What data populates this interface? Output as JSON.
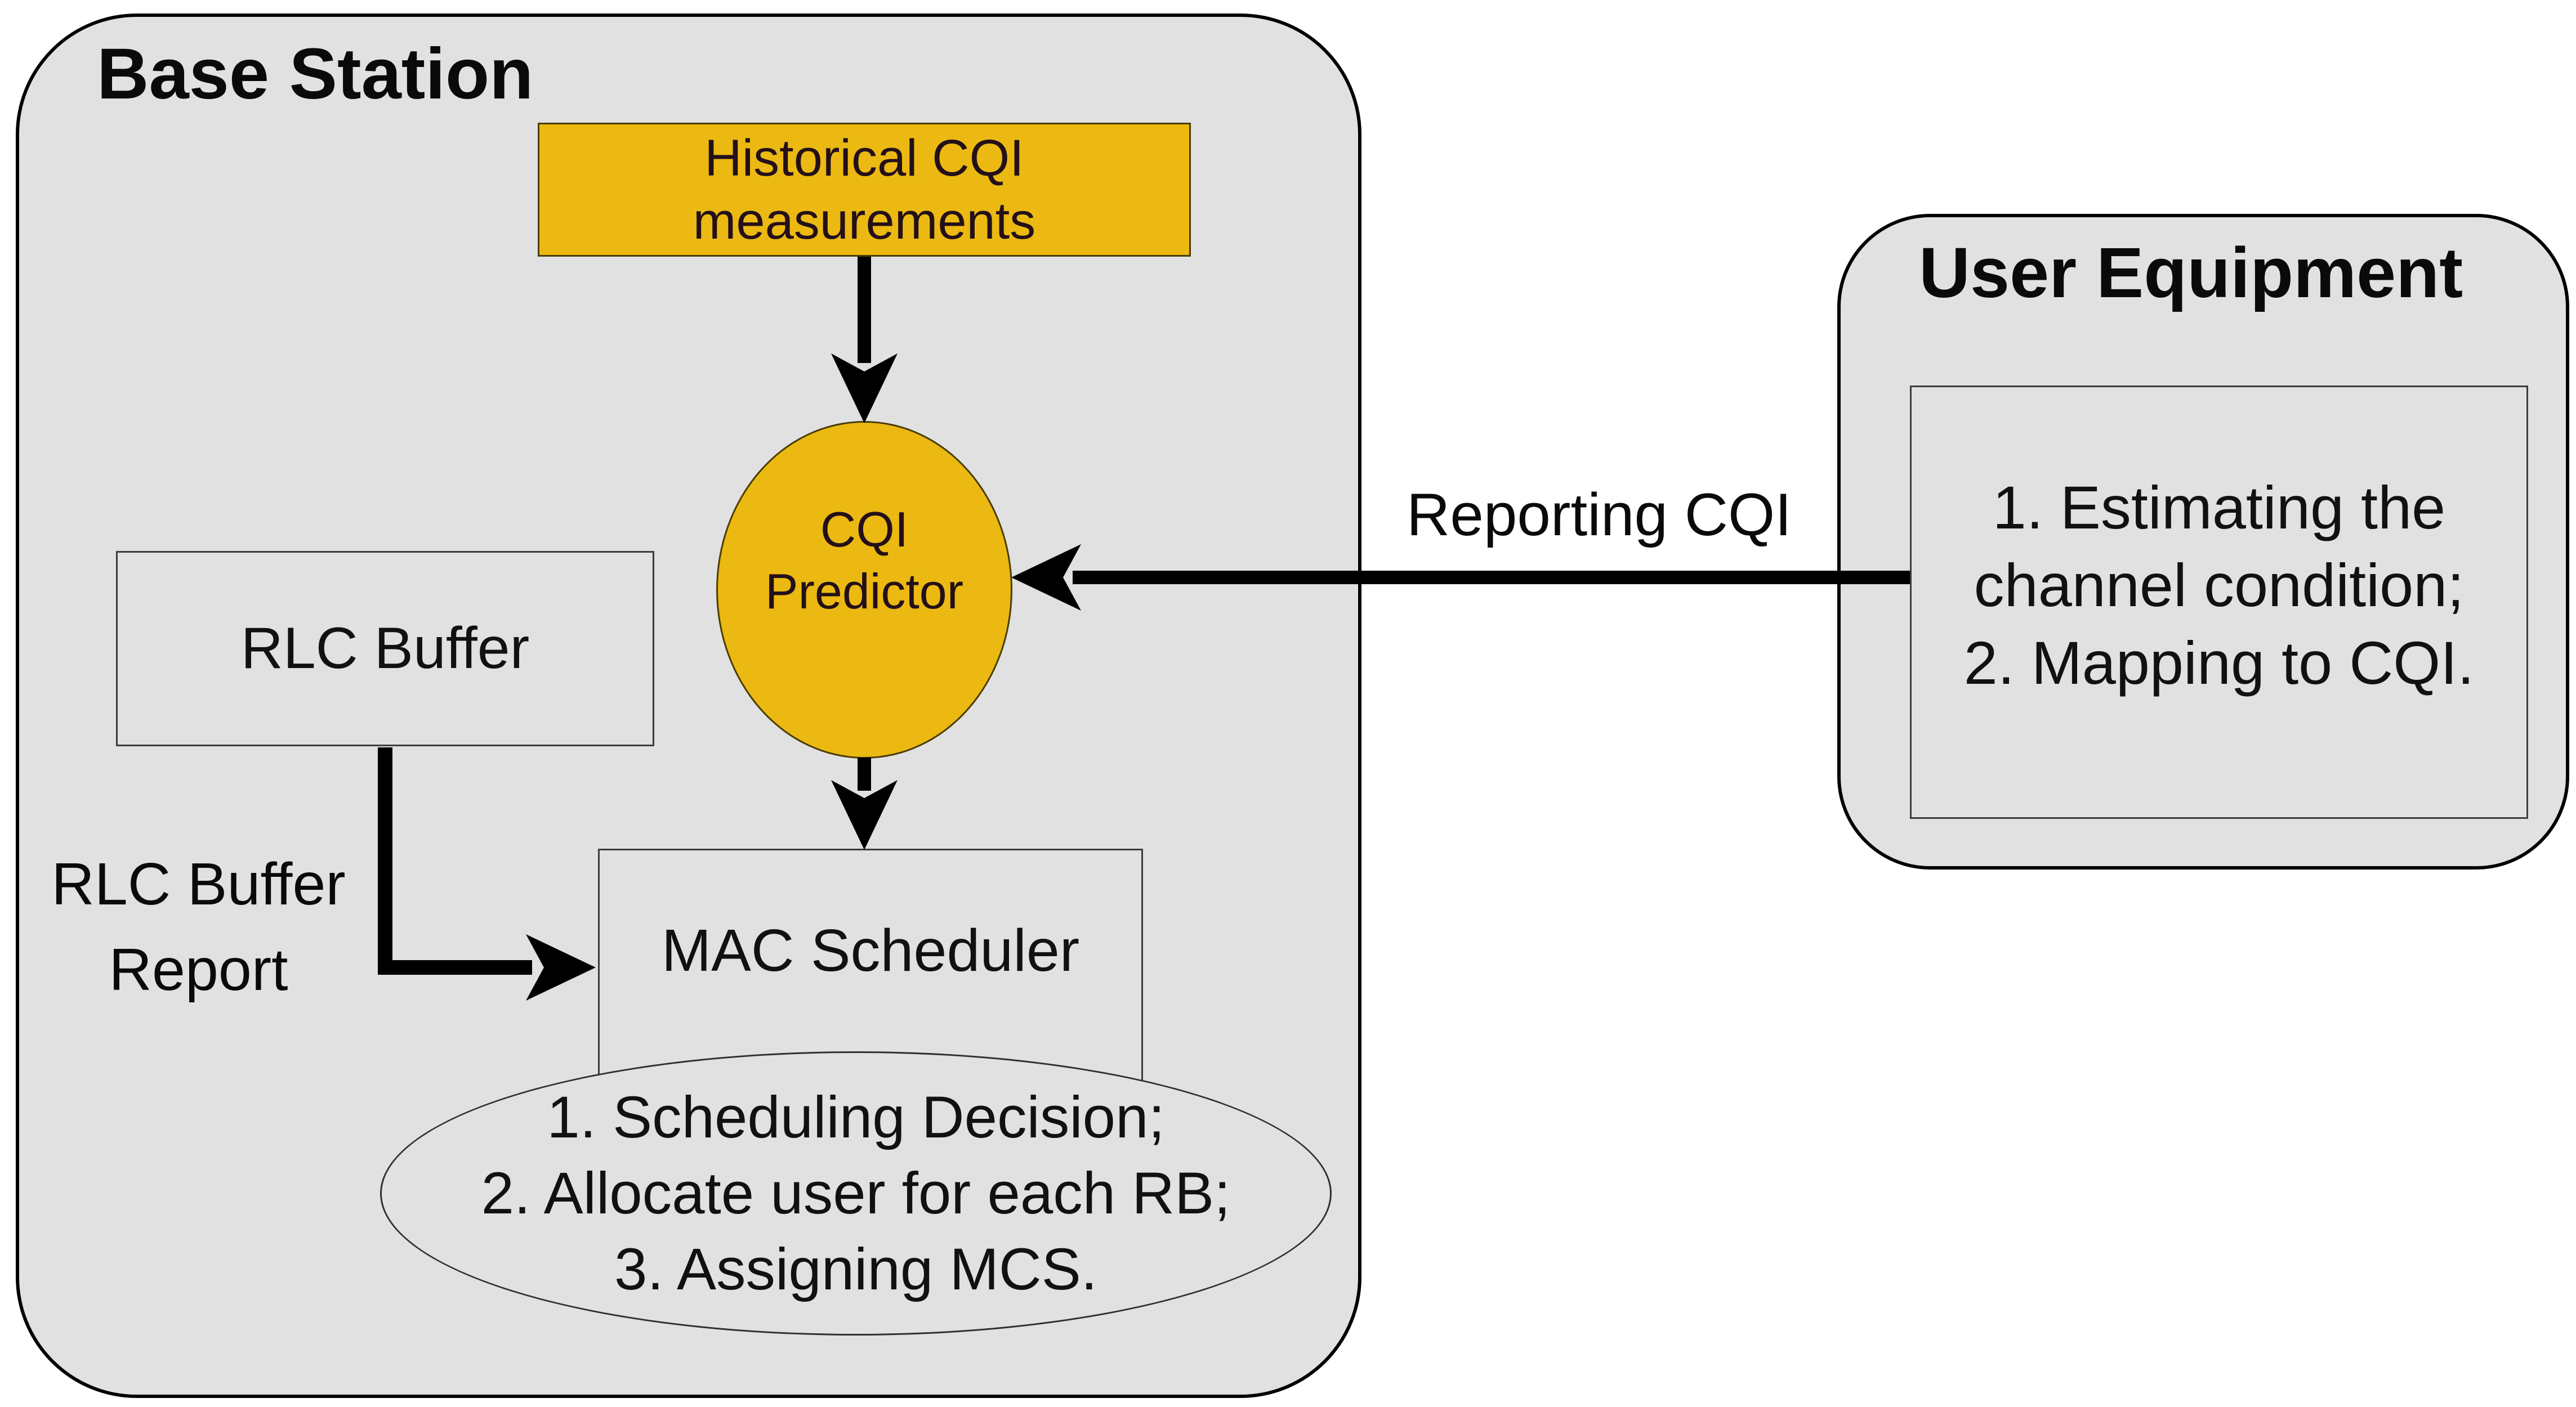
{
  "diagram": {
    "base_station": {
      "title": "Base Station",
      "historical_box": {
        "line1": "Historical CQI",
        "line2": "measurements"
      },
      "cqi_predictor": {
        "line1": "CQI",
        "line2": "Predictor"
      },
      "rlc_buffer": {
        "label": "RLC Buffer"
      },
      "rlc_buffer_report": {
        "line1": "RLC Buffer",
        "line2": "Report"
      },
      "mac_scheduler": {
        "label": "MAC Scheduler"
      },
      "scheduler_tasks": {
        "line1": "1. Scheduling Decision;",
        "line2": "2. Allocate user for each RB;",
        "line3": "3. Assigning MCS."
      }
    },
    "user_equipment": {
      "title": "User Equipment",
      "tasks": {
        "line1": "1. Estimating the",
        "line2": "channel condition;",
        "line3": "2. Mapping to CQI."
      }
    },
    "labels": {
      "reporting_cqi": "Reporting CQI"
    },
    "colors": {
      "container_fill": "#e1e1e1",
      "gold_fill": "#ebb912",
      "arrow_color": "#000000",
      "text_dark": "#111111"
    }
  }
}
